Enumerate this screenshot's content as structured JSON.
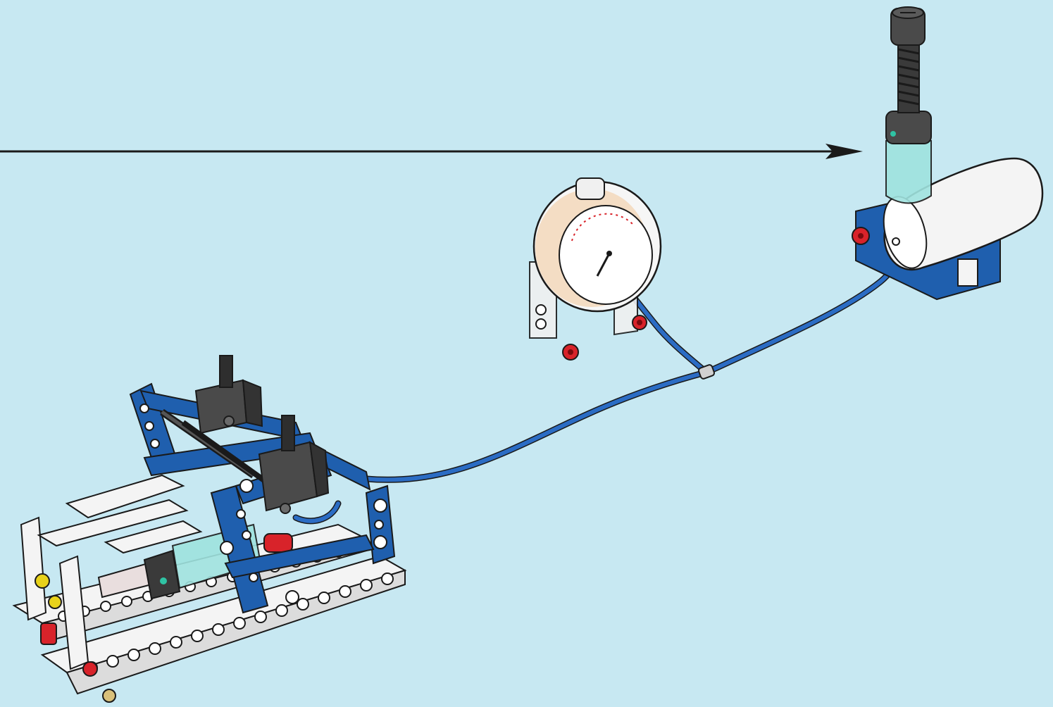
{
  "colors": {
    "background": "#c7e8f2",
    "technic_blue": "#1f5fae",
    "tube_blue": "#2b6cc4",
    "white_part": "#f4f4f4",
    "outline": "#1a1a1a",
    "dark_gray": "#4a4a4a",
    "red_pin": "#d8232a",
    "trans_light_blue": "#9fe3df",
    "gauge_face": "#ffffff",
    "gauge_accent": "#f2c99a",
    "yellow": "#e8d21a"
  },
  "components": {
    "pump": "pneumatic-hand-pump",
    "tank": "air-tank",
    "gauge": "pressure-gauge",
    "tube": "pneumatic-hose",
    "t_junction": "t-connector",
    "machine": "pneumatic-lifting-frame",
    "valves": [
      "switch-valve-1",
      "switch-valve-2"
    ]
  },
  "arrow": {
    "target": "pneumatic-hand-pump"
  }
}
